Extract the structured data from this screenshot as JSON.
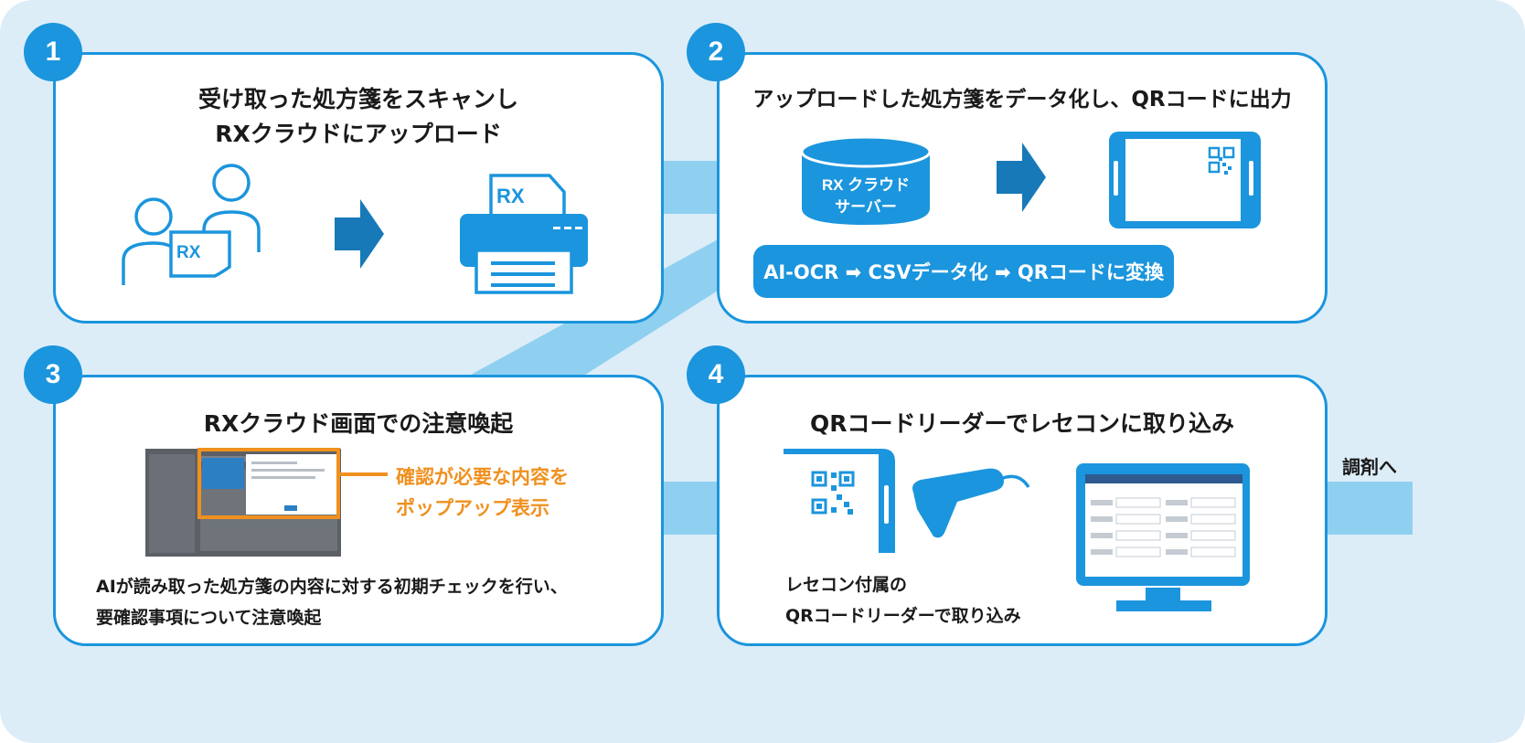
{
  "steps": [
    {
      "number": "1",
      "title_lines": [
        "受け取った処方箋をスキャンし",
        "RXクラウドにアップロード"
      ],
      "doc_label": "RX",
      "printer_label": "RX"
    },
    {
      "number": "2",
      "title": "アップロードした処方箋をデータ化し、QRコードに出力",
      "server_lines": [
        "RX クラウド",
        "サーバー"
      ],
      "process_pill": "AI-OCR ➡ CSVデータ化 ➡ QRコードに変換"
    },
    {
      "number": "3",
      "title": "RXクラウド画面での注意喚起",
      "callout_lines": [
        "確認が必要な内容を",
        "ポップアップ表示"
      ],
      "description_lines": [
        "AIが読み取った処方箋の内容に対する初期チェックを行い、",
        "要確認事項について注意喚起"
      ]
    },
    {
      "number": "4",
      "title": "QRコードリーダーでレセコンに取り込み",
      "description_lines": [
        "レセコン付属の",
        "QRコードリーダーで取り込み"
      ]
    }
  ],
  "next_label": "調剤へ",
  "colors": {
    "accent_blue": "#1b95dd",
    "dark_arrow_blue": "#1779b8",
    "connector_blue": "#8fd0f0",
    "background": "#dcedf8",
    "callout_orange": "#f0901e"
  },
  "icons": [
    "person-icon",
    "document-icon",
    "printer-icon",
    "arrow-right-icon",
    "database-icon",
    "tablet-icon",
    "qr-code-icon",
    "screenshot-icon",
    "barcode-scanner-icon",
    "monitor-icon"
  ]
}
